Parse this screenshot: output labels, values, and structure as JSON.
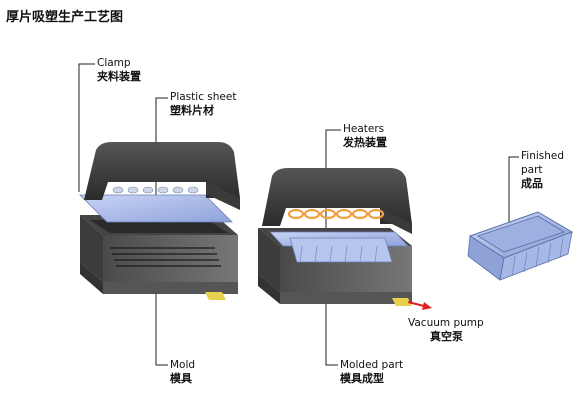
{
  "title": "厚片吸塑生产工艺图",
  "labels": {
    "clamp": {
      "en": "Clamp",
      "zh": "夹料装置"
    },
    "plastic_sheet": {
      "en": "Plastic sheet",
      "zh": "塑料片材"
    },
    "heaters": {
      "en": "Heaters",
      "zh": "发热装置"
    },
    "finished_part": {
      "en1": "Finished",
      "en2": "part",
      "zh": "成品"
    },
    "vacuum_pump": {
      "en": "Vacuum pump",
      "zh": "真空泵"
    },
    "mold": {
      "en": "Mold",
      "zh": "模具"
    },
    "molded_part": {
      "en": "Molded part",
      "zh": "模具成型"
    }
  },
  "colors": {
    "machine_dark": "#3a3a3a",
    "machine_mid": "#6b6b6b",
    "sheet_blue": "#b8c8f0",
    "heater_orange": "#f0a040",
    "arrow_red": "#e02020",
    "vent_yellow": "#e6d24a"
  }
}
